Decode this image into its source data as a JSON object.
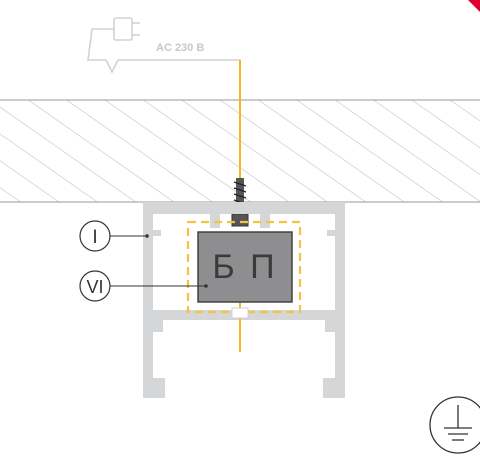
{
  "diagram": {
    "power_label": "AC 230 B",
    "psu_label": "Б П",
    "callouts": [
      {
        "id": "profile",
        "label": "I"
      },
      {
        "id": "psu",
        "label": "VI"
      }
    ],
    "icons": {
      "plug": "plug-icon",
      "ground": "ground-icon",
      "corner": "corner-mark-icon"
    },
    "colors": {
      "wire": "#f5b81c",
      "profile": "#d4d6d8",
      "psu_fill": "#8e8e90",
      "ceiling_hatch": "#b7b7b7",
      "dashed_zone": "#f5c242",
      "stroke": "#333333",
      "corner_mark": "#e0002b"
    }
  }
}
